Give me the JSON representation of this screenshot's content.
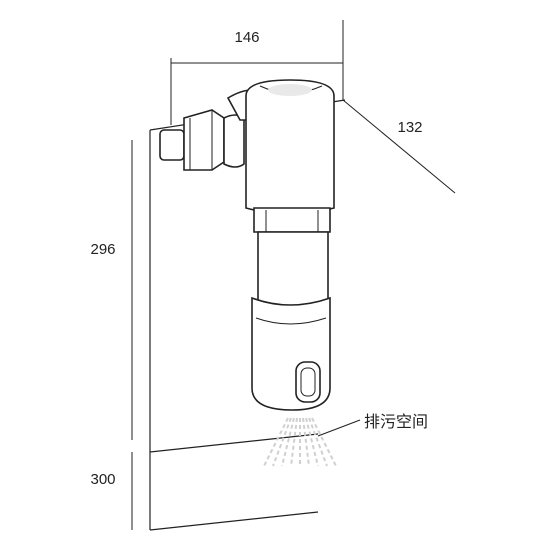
{
  "diagram": {
    "dimensions": {
      "width_top": "146",
      "depth": "132",
      "height_body": "296",
      "height_clearance": "300"
    },
    "labels": {
      "drain_space": "排污空间"
    },
    "colors": {
      "line": "#222222",
      "fill": "#ffffff",
      "spray": "#d0d0d0"
    }
  }
}
